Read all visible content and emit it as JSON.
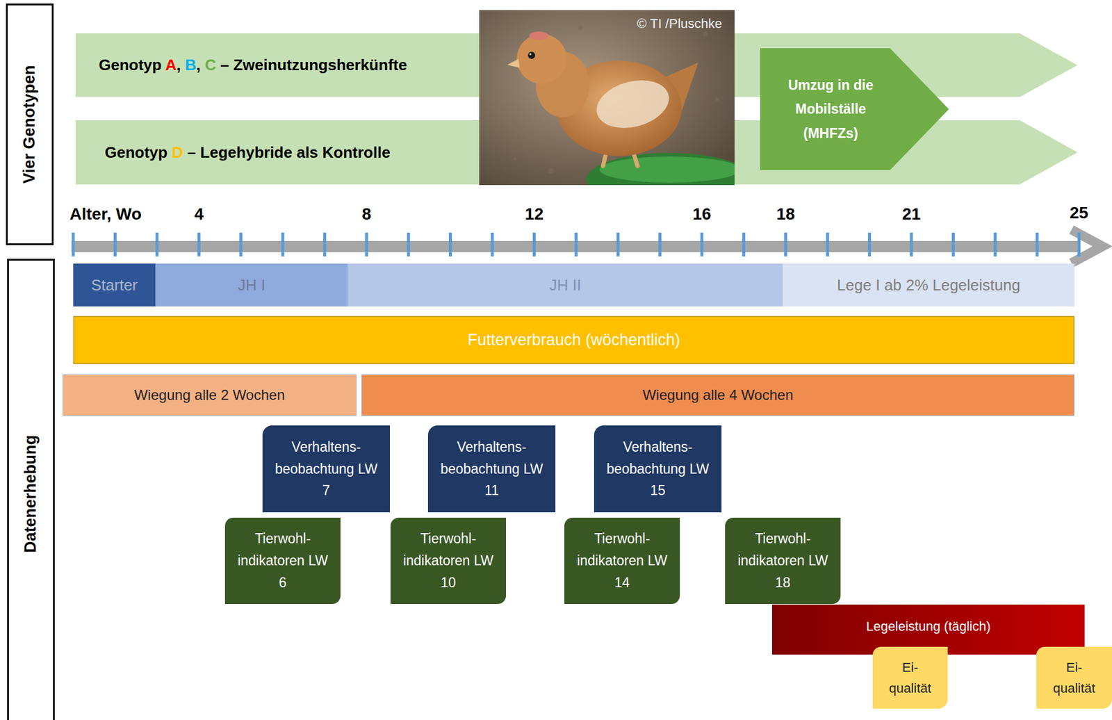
{
  "diagram": {
    "nodes": [
      {
        "text": [
          "Vier Genotypen"
        ]
      },
      {
        "text": [
          "Genotyp A, B, C – Zweinutzungsherkünfte"
        ]
      },
      {
        "text": [
          "Genotyp D – Legehybride als Kontrolle"
        ]
      },
      {
        "text": [
          "Umzug in die Mobilställe (MHFZs)"
        ]
      },
      {
        "text": [
          "Datenerhebung"
        ]
      },
      {
        "text": [
          "Starter"
        ]
      },
      {
        "text": [
          "JH I"
        ]
      },
      {
        "text": [
          "JH II"
        ]
      },
      {
        "text": [
          "Lege I ab 2% Legeleistung"
        ]
      },
      {
        "text": [
          "Futterverbrauch (wöchentlich)"
        ]
      },
      {
        "text": [
          "Wiegung alle 2 Wochen"
        ]
      },
      {
        "text": [
          "Wiegung alle 4 Wochen"
        ]
      },
      {
        "text": [
          "Verhaltens- beobachtung LW 7"
        ]
      },
      {
        "text": [
          "Verhaltens- beobachtung LW 11"
        ]
      },
      {
        "text": [
          "Verhaltens- beobachtung LW 15"
        ]
      },
      {
        "text": [
          "Tierwohl- indikatoren LW 6"
        ]
      },
      {
        "text": [
          "Tierwohl- indikatoren LW 10"
        ]
      },
      {
        "text": [
          "Tierwohl- indikatoren LW 14"
        ]
      },
      {
        "text": [
          "Tierwohl- indikatoren LW 18"
        ]
      },
      {
        "text": [
          "Legeleistung (täglich)"
        ]
      },
      {
        "text": [
          "Ei- qualität"
        ]
      },
      {
        "text": [
          "Ei- qualität"
        ]
      }
    ],
    "labels": [
      "Alter, Wo",
      "4",
      "8",
      "12",
      "16",
      "18",
      "21",
      "25",
      "© TI /Pluschke"
    ]
  }
}
